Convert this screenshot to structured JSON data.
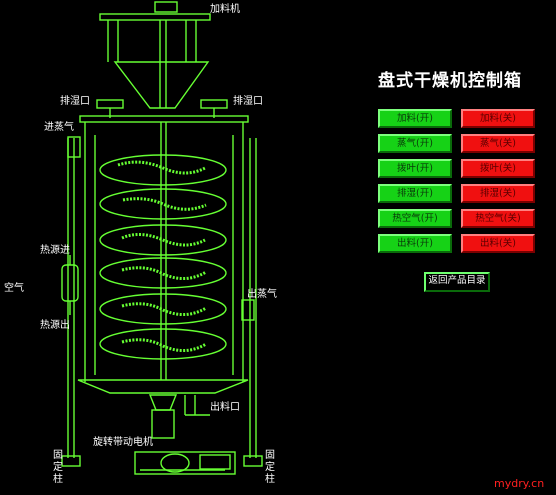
{
  "panel": {
    "title": "盘式干燥机控制箱"
  },
  "buttons": {
    "on": [
      {
        "label": "加料(开)"
      },
      {
        "label": "蒸气(开)"
      },
      {
        "label": "拨叶(开)"
      },
      {
        "label": "排湿(开)"
      },
      {
        "label": "热空气(开)"
      },
      {
        "label": "出料(开)"
      }
    ],
    "off": [
      {
        "label": "加料(关)"
      },
      {
        "label": "蒸气(关)"
      },
      {
        "label": "拨叶(关)"
      },
      {
        "label": "排湿(关)"
      },
      {
        "label": "热空气(关)"
      },
      {
        "label": "出料(关)"
      }
    ],
    "return_label": "返回产品目录"
  },
  "diagram": {
    "labels": {
      "feeder": "加料机",
      "exhaust_left": "排湿口",
      "exhaust_right": "排湿口",
      "steam_in": "进蒸气",
      "heat_in": "热源进",
      "air": "空气",
      "heat_out": "热源出",
      "steam_out": "出蒸气",
      "discharge": "出料口",
      "motor": "旋转带动电机",
      "fixed_post_left": "固定柱",
      "fixed_post_right": "固定柱"
    }
  },
  "watermark": "mydry.cn",
  "colors": {
    "background": "#000000",
    "outline": "#66ff33",
    "button_on": "#16d216",
    "button_off": "#f01010"
  }
}
